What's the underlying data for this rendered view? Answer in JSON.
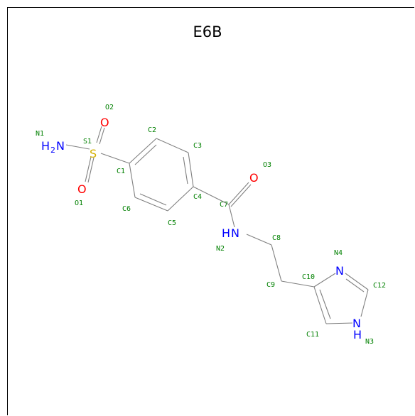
{
  "title": "E6B",
  "colors": {
    "bond": "#808080",
    "carbon_label": "#008000",
    "nitrogen": "#0000ff",
    "oxygen": "#ff0000",
    "sulfur": "#d4b000",
    "frame": "#000000"
  },
  "atom_symbols": {
    "nh2_h": "H",
    "nh2_sub": "2",
    "nh2_n": "N",
    "s": "S",
    "o_upper": "O",
    "o_lower": "O",
    "o_carbonyl": "O",
    "amide_h": "H",
    "amide_n": "N",
    "ring_n_upper": "N",
    "ring_n_lower": "N",
    "ring_nh_h": "H"
  },
  "atom_labels": {
    "N1": "N1",
    "S1": "S1",
    "O1": "O1",
    "O2": "O2",
    "O3": "O3",
    "C1": "C1",
    "C2": "C2",
    "C3": "C3",
    "C4": "C4",
    "C5": "C5",
    "C6": "C6",
    "C7": "C7",
    "C8": "C8",
    "C9": "C9",
    "C10": "C10",
    "C11": "C11",
    "C12": "C12",
    "N2": "N2",
    "N3": "N3",
    "N4": "N4"
  }
}
